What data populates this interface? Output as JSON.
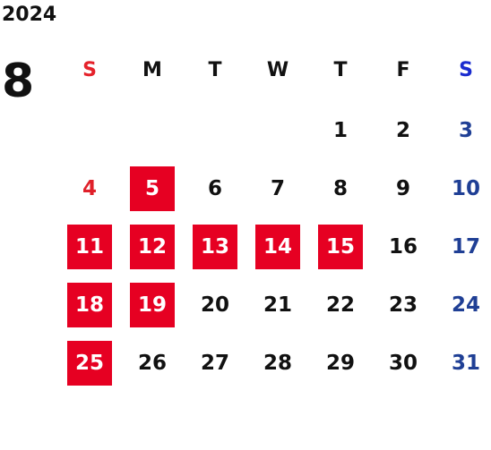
{
  "calendar": {
    "year": "2024",
    "month": "8",
    "weekdays": [
      "S",
      "M",
      "T",
      "W",
      "T",
      "F",
      "S"
    ],
    "weeks": [
      [
        "",
        "",
        "",
        "",
        "1",
        "2",
        "3"
      ],
      [
        "4",
        "5",
        "6",
        "7",
        "8",
        "9",
        "10"
      ],
      [
        "11",
        "12",
        "13",
        "14",
        "15",
        "16",
        "17"
      ],
      [
        "18",
        "19",
        "20",
        "21",
        "22",
        "23",
        "24"
      ],
      [
        "25",
        "26",
        "27",
        "28",
        "29",
        "30",
        "31"
      ]
    ],
    "highlighted_days": [
      "5",
      "11",
      "12",
      "13",
      "14",
      "15",
      "18",
      "19",
      "25"
    ]
  },
  "colors": {
    "highlight": "#e60022",
    "sunday": "#e0202a",
    "saturday": "#1f3f95",
    "text": "#111111"
  }
}
